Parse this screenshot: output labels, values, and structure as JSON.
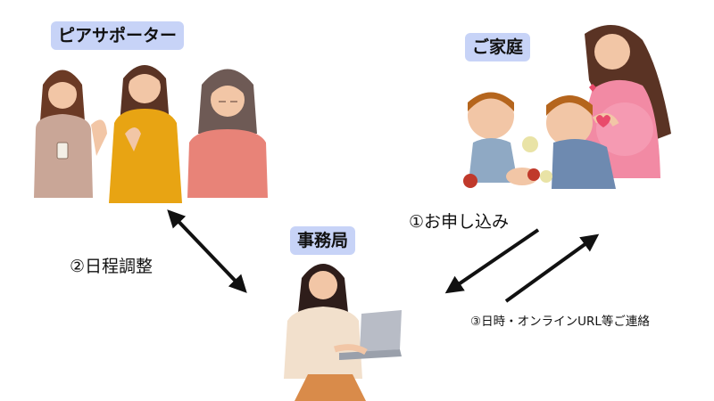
{
  "nodes": {
    "supporters": {
      "label": "ピアサポーター"
    },
    "family": {
      "label": "ご家庭"
    },
    "office": {
      "label": "事務局"
    }
  },
  "edges": {
    "apply": {
      "label": "①お申し込み"
    },
    "schedule": {
      "label": "②日程調整"
    },
    "contact": {
      "label": "③日時・オンラインURL等ご連絡"
    }
  },
  "colors": {
    "tag_bg": "#c7d3f7",
    "arrow": "#111111"
  }
}
